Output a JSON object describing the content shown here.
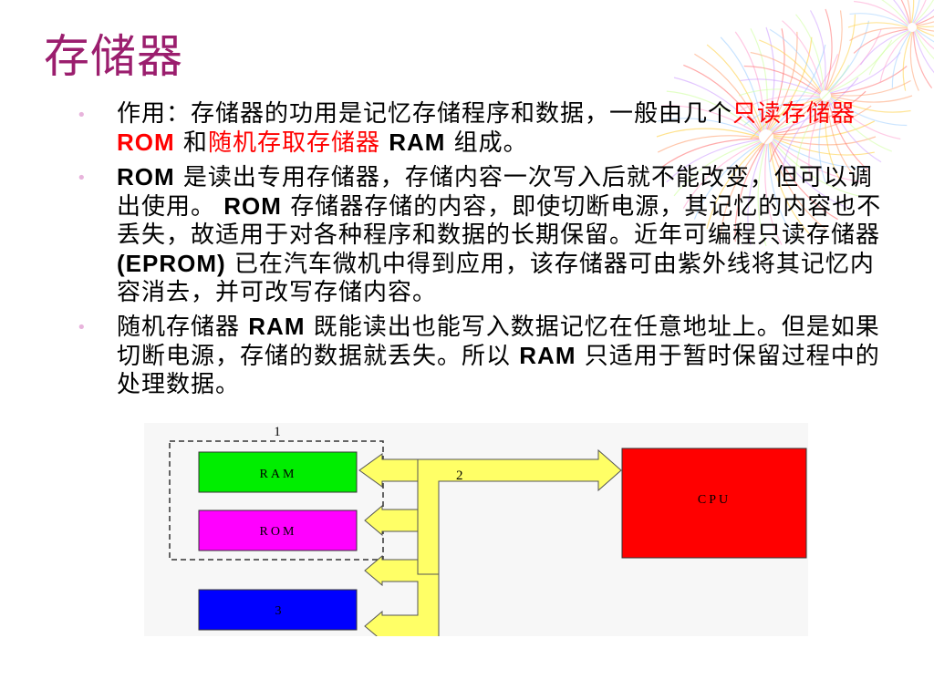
{
  "slide": {
    "title": "存储器",
    "bullets": [
      {
        "segments": [
          {
            "text": "作用：存储器的功用是记忆存储程序和数据，一般由几个",
            "style": "normal"
          },
          {
            "text": "只读存储器 ",
            "style": "red"
          },
          {
            "text": "ROM",
            "style": "red-bold"
          },
          {
            "text": " 和",
            "style": "normal"
          },
          {
            "text": "随机存取存储器 ",
            "style": "red"
          },
          {
            "text": "RAM",
            "style": "bold"
          },
          {
            "text": " 组成。",
            "style": "normal"
          }
        ]
      },
      {
        "segments": [
          {
            "text": "ROM",
            "style": "bold"
          },
          {
            "text": " 是读出专用存储器，存储内容一次写入后就不能改变，但可以调出使用。 ",
            "style": "normal"
          },
          {
            "text": "ROM",
            "style": "bold"
          },
          {
            "text": " 存储器存储的内容，即使切断电源，其记忆的内容也不丢失，故适用于对各种程序和数据的长期保留。近年可编程只读存储器 ",
            "style": "normal"
          },
          {
            "text": "(EPROM)",
            "style": "bold"
          },
          {
            "text": " 已在汽车微机中得到应用，该存储器可由紫外线将其记忆内容消去，并可改写存储内容。",
            "style": "normal"
          }
        ]
      },
      {
        "segments": [
          {
            "text": "随机存储器 ",
            "style": "normal"
          },
          {
            "text": "RAM",
            "style": "bold"
          },
          {
            "text": " 既能读出也能写入数据记忆在任意地址上。但是如果切断电源，存储的数据就丢失。所以 ",
            "style": "normal"
          },
          {
            "text": "RAM",
            "style": "bold"
          },
          {
            "text": " 只适用于暂时保留过程中的处理数据。",
            "style": "normal"
          }
        ]
      }
    ]
  },
  "diagram": {
    "group_label": "1",
    "bus_label": "2",
    "blocks": {
      "ram": {
        "label": "RAM",
        "color": "#00ee00"
      },
      "rom": {
        "label": "ROM",
        "color": "#ff00ff"
      },
      "block3": {
        "label": "3",
        "color": "#0000ff"
      },
      "cpu": {
        "label": "CPU",
        "color": "#ff0000"
      }
    },
    "bus_color": "#ffff66"
  },
  "colors": {
    "title": "#9b1e6e",
    "highlight": "#ff0000",
    "bullet_dot": "#e8b4dc"
  }
}
